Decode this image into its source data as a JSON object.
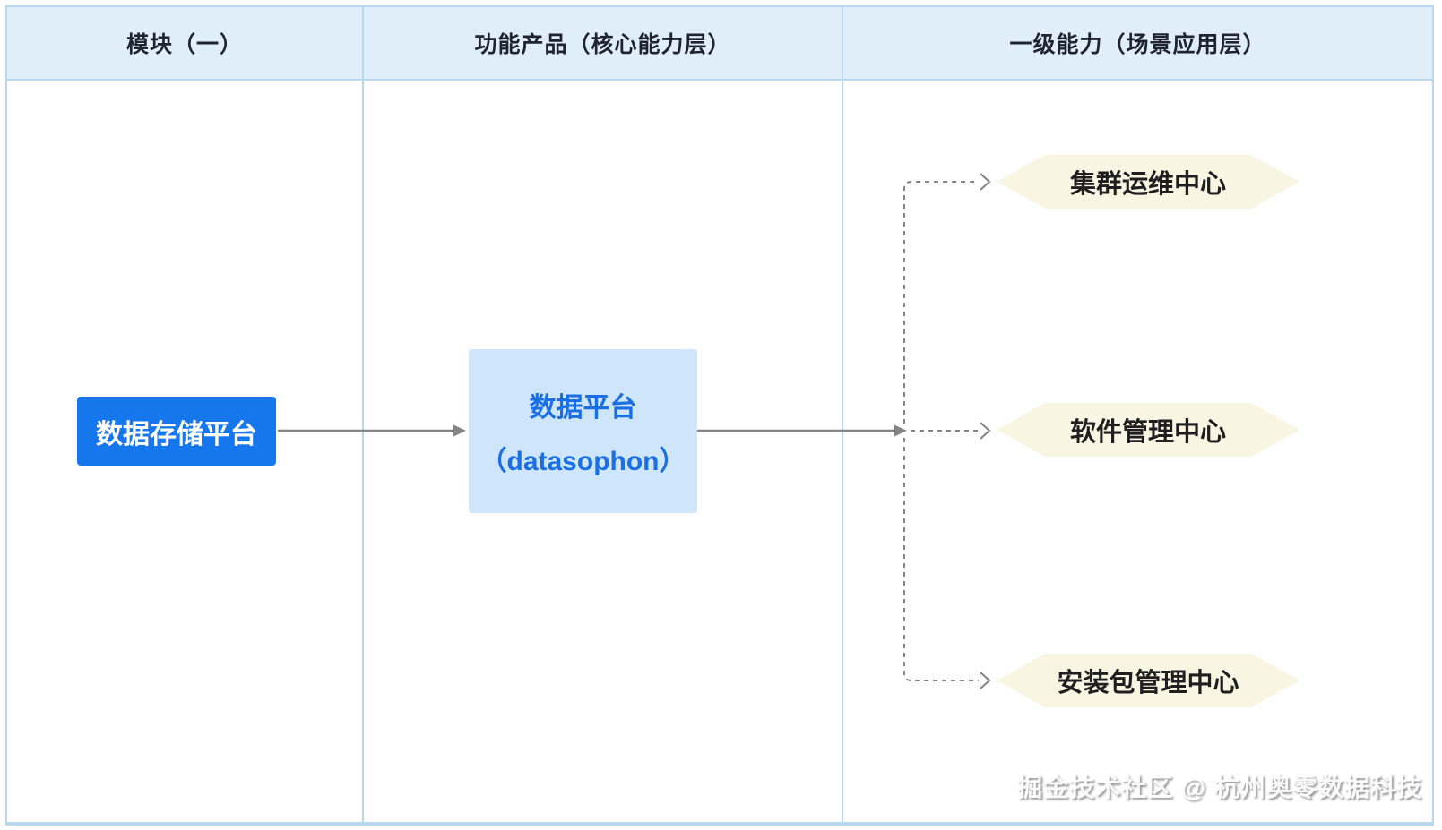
{
  "header": {
    "columns": [
      {
        "label": "模块（一）"
      },
      {
        "label": "功能产品（核心能力层）"
      },
      {
        "label": "一级能力（场景应用层）"
      }
    ]
  },
  "nodes": {
    "storage": {
      "label": "数据存储平台"
    },
    "platform": {
      "title": "数据平台",
      "subtitle": "（datasophon）"
    },
    "capabilities": [
      {
        "label": "集群运维中心"
      },
      {
        "label": "软件管理中心"
      },
      {
        "label": "安装包管理中心"
      }
    ]
  },
  "watermark": {
    "text": "掘金技术社区 @ 杭州奥零数据科技"
  },
  "colors": {
    "header_bg": "#dfeef9",
    "grid_border": "#b9d8ec",
    "header_text": "#1f2430",
    "storage_fill": "#1677ec",
    "storage_text": "#ffffff",
    "platform_fill": "#cfe6fa",
    "platform_text": "#1b6fe4",
    "capability_fill": "#f9f5e3",
    "capability_text": "#1f1f1f",
    "connector": "#848484"
  }
}
